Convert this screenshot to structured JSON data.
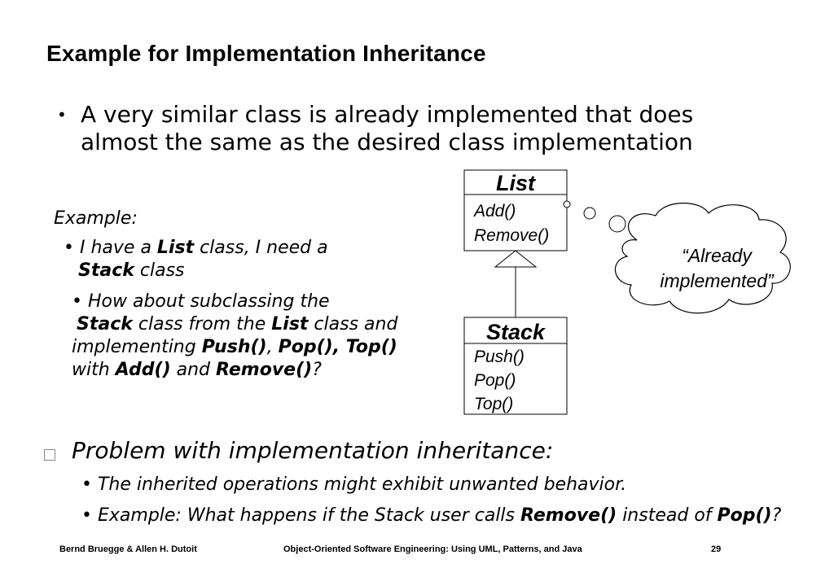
{
  "slide": {
    "title": "Example for Implementation Inheritance",
    "bullet1": "A very similar class is already implemented that does almost the same as the desired class implementation",
    "example_label": "Example:",
    "sub1": {
      "p1": "I have a ",
      "b1": "List",
      "p2": " class, I need a ",
      "b2": "Stack",
      "p3": " class"
    },
    "sub2": {
      "p1": "How about subclassing the ",
      "b1": "Stack",
      "p2": " class from the ",
      "b2": "List",
      "p3": " class and implementing ",
      "b3": "Push()",
      "p4": ", ",
      "b4": "Pop(), Top()",
      "p5": " with ",
      "b5": "Add()",
      "p6": " and ",
      "b6": "Remove()",
      "p7": "?"
    },
    "bullet2_icon": "square-bullet-icon",
    "bullet2": "Problem with implementation inheritance:",
    "sub3": "The inherited operations might exhibit unwanted behavior.",
    "sub4": {
      "p1": "Example: What happens if the Stack user calls ",
      "b1": "Remove()",
      "p2": " instead of ",
      "b2": "Pop()",
      "p3": "?"
    }
  },
  "diagram": {
    "list_class": {
      "name": "List",
      "ops": [
        "Add()",
        "Remove()"
      ]
    },
    "stack_class": {
      "name": "Stack",
      "ops": [
        "Push()",
        "Pop()",
        "Top()"
      ]
    },
    "thought": "“Already implemented”"
  },
  "footer": {
    "authors": "Bernd Bruegge & Allen H. Dutoit",
    "course": "Object-Oriented Software Engineering: Using UML, Patterns, and Java",
    "page": "29"
  }
}
